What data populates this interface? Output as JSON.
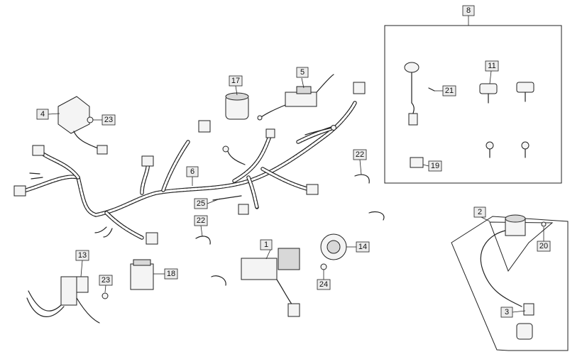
{
  "callouts": {
    "c1": "1",
    "c2": "2",
    "c3": "3",
    "c4": "4",
    "c5": "5",
    "c6": "6",
    "c8": "8",
    "c11": "11",
    "c13": "13",
    "c14": "14",
    "c17": "17",
    "c18": "18",
    "c19": "19",
    "c20": "20",
    "c21": "21",
    "c22a": "22",
    "c22b": "22",
    "c23a": "23",
    "c23b": "23",
    "c24": "24",
    "c25": "25"
  }
}
